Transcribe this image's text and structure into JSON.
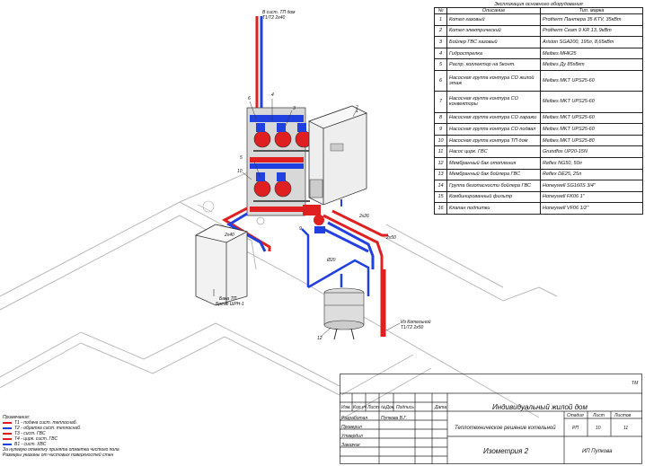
{
  "table": {
    "caption": "Экспликация основного оборудования",
    "headers": [
      "№",
      "Описание",
      "Тип, марка"
    ],
    "rows": [
      [
        "1",
        "Котел газовый",
        "Protherm Пантера 35 KTV, 35кВт"
      ],
      [
        "2",
        "Котел электрический",
        "Protherm Скат 9 KR 13, 9кВт"
      ],
      [
        "3",
        "Бойлер ГВС газовый",
        "Ariston SGA200, 195л, 8,65кВт"
      ],
      [
        "4",
        "Гидрострелка",
        "Meibes MHK25"
      ],
      [
        "5",
        "Распр. коллектор на 5конт.",
        "Meibes Ду 85х8кт"
      ],
      [
        "6",
        "Насосная группа контура СО жилой этаж",
        "Meibes MKT UPS25-60"
      ],
      [
        "7",
        "Насосная группа контура СО конвекторы",
        "Meibes MKT UPS25-60"
      ],
      [
        "8",
        "Насосная группа контура СО гаражи",
        "Meibes MKT UPS25-60"
      ],
      [
        "9",
        "Насосная группа контура СО подвал",
        "Meibes MKT UPS25-60"
      ],
      [
        "10",
        "Насосная группа контура ТП дом",
        "Meibes MKT UPS25-80"
      ],
      [
        "11",
        "Насос цирк. ГВС",
        "Grundfos UP20-15N"
      ],
      [
        "12",
        "Мембранный бак отопления",
        "Reflex NG50, 50л"
      ],
      [
        "13",
        "Мембранный бак бойлера ГВС",
        "Reflex DE25, 25л"
      ],
      [
        "14",
        "Группа безопасности бойлера ГВС",
        "Honeywell SG160S 3/4\""
      ],
      [
        "15",
        "Комбинированный фильтр",
        "Honeywell FK06 1\""
      ],
      [
        "16",
        "Клапан подпитки",
        "Honeywell VF06 1/2\""
      ]
    ]
  },
  "legend": {
    "title": "Примечания:",
    "items": [
      {
        "text": "T1 - подача сист. теплоснаб.",
        "color": "#e02020"
      },
      {
        "text": "T2 - обратка сист. теплоснаб.",
        "color": "#2040e0"
      },
      {
        "text": "T3 - сист. ГВС",
        "color": "#e02020"
      },
      {
        "text": "T4 - цирк. сист. ГВС",
        "color": "#e02020"
      },
      {
        "text": "B1 - сист. ХВС",
        "color": "#2040e0"
      }
    ],
    "note1": "За нулевую отметку принята отметка чистого пола",
    "note2": "Размеры указаны от чистовых поверхностей стен"
  },
  "labels": {
    "top_pipe": "В сист. ТП дом",
    "top_pipe2": "Т1/Т2 2х40",
    "l_2x26": "2x26",
    "l_2x40": "2x40",
    "l_2x50": "2x50",
    "l_d20": "Ø20",
    "drain": "Из Котельной",
    "drain2": "Т1/Т2 2х50",
    "tank": "Бака ТП",
    "tank2": "Бренд ШРН-1",
    "n1": "1",
    "n2": "2",
    "n3": "3",
    "n4": "4",
    "n5": "5",
    "n6": "6",
    "n9": "9",
    "n10": "10",
    "n12": "12"
  },
  "titleblock": {
    "code": "ТМ",
    "project": "Индивидуальный жилой дом",
    "section": "Теплотехническое решение котельной",
    "drawing": "Изометрия 2",
    "company": "ИП Пупкова",
    "stage_h": "Стадия",
    "sheet_h": "Лист",
    "sheets_h": "Листов",
    "stage": "РП",
    "sheet": "10",
    "sheets": "11",
    "cols": [
      "Изм.",
      "Кол.уч",
      "Лист",
      "№Док.",
      "Подпись",
      "Дата"
    ],
    "roles": [
      "Разработал",
      "Проверил",
      "Утвердил",
      "Заказчик"
    ],
    "developer": "Пупкова В.Г."
  },
  "colors": {
    "hot": "#e02020",
    "cold": "#2040e0"
  }
}
